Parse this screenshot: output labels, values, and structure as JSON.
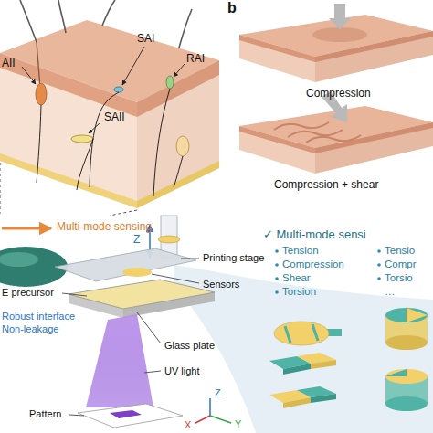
{
  "diagram": {
    "labels": [
      "AII",
      "SAI",
      "RAI",
      "SAII",
      "Multi-mode sensing",
      "b",
      "Compression",
      "Compression + shear",
      "Z",
      "Printing stage",
      "Sensors",
      "E precursor",
      "Robust interface",
      "Non-leakage",
      "Glass plate",
      "UV light",
      "Pattern",
      "Z",
      "X",
      "Y",
      "✓ Multi-mode sensi",
      "Tension",
      "Compression",
      "Shear",
      "Torsion",
      "Tensio",
      "Compr",
      "Torsio",
      "…"
    ]
  }
}
